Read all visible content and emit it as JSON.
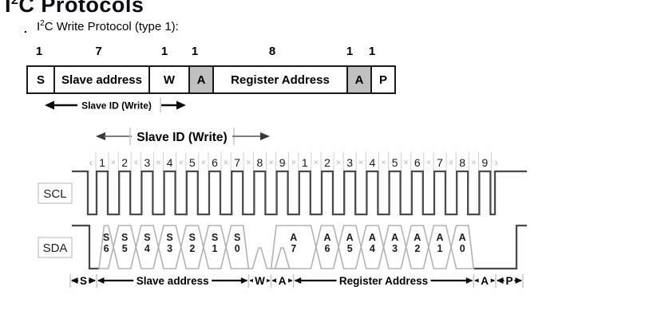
{
  "page": {
    "heading_pre": "I",
    "heading_sup": "2",
    "heading_rest": "C Protocols",
    "bullet": ".",
    "subtitle_pre": "I",
    "subtitle_sup": "2",
    "subtitle_rest": "C Write Protocol (type 1):"
  },
  "packet": {
    "bit_widths": [
      "1",
      "7",
      "1",
      "1",
      "8",
      "1",
      "1"
    ],
    "fields": [
      {
        "label": "S",
        "shaded": false
      },
      {
        "label": "Slave address",
        "shaded": false
      },
      {
        "label": "W",
        "shaded": false
      },
      {
        "label": "A",
        "shaded": true
      },
      {
        "label": "Register Address",
        "shaded": false
      },
      {
        "label": "A",
        "shaded": true
      },
      {
        "label": "P",
        "shaded": false
      }
    ],
    "span_label": "Slave ID (Write)"
  },
  "timing": {
    "span_label": "Slave ID (Write)",
    "clock_numbers": [
      "1",
      "2",
      "3",
      "4",
      "5",
      "6",
      "7",
      "8",
      "9",
      "1",
      "2",
      "3",
      "4",
      "5",
      "6",
      "7",
      "8",
      "9"
    ],
    "scl_label": "SCL",
    "sda_label": "SDA",
    "first_byte_bits": [
      "S6",
      "S5",
      "S4",
      "S3",
      "S2",
      "S1",
      "S0"
    ],
    "second_byte_bits": [
      "A7",
      "A6",
      "A5",
      "A4",
      "A3",
      "A2",
      "A1",
      "A0"
    ],
    "regions": [
      "S",
      "Slave address",
      "W",
      "A",
      "Register Address",
      "A",
      "P"
    ]
  },
  "colors": {
    "waveform": "#4a4a4a",
    "bus_outline": "#b2b2b2",
    "shaded_cell": "#c0c0c0",
    "tick": "#c8c8c8",
    "arrow": "#111111"
  }
}
